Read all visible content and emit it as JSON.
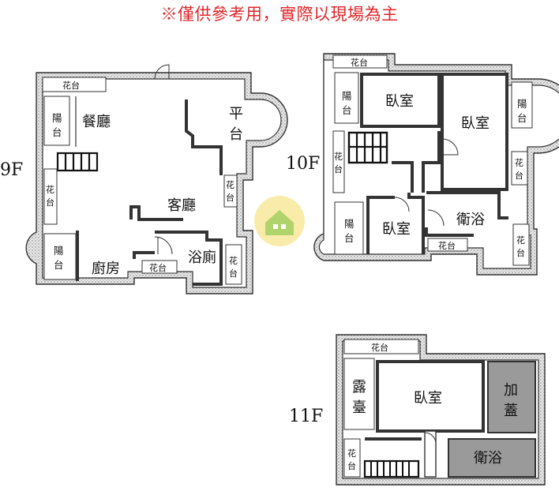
{
  "disclaimer": "※僅供參考用，實際以現場為主",
  "floors": {
    "f9": {
      "label": "9F",
      "rooms": {
        "balcony_top": "花台",
        "yang_left_1": "陽",
        "yang_left_2": "台",
        "dining": "餐廳",
        "platform_1": "平",
        "platform_2": "台",
        "flower_left_1": "花",
        "flower_left_2": "台",
        "flower_right_1": "花",
        "flower_right_2": "台",
        "living": "客廳",
        "yang_bottom_1": "陽",
        "yang_bottom_2": "台",
        "kitchen": "廚房",
        "flower_bottom": "花台",
        "bath": "浴廁",
        "flower_br_1": "花",
        "flower_br_2": "台"
      }
    },
    "f10": {
      "label": "10F",
      "rooms": {
        "flower_top": "花台",
        "yang_tl_1": "陽",
        "yang_tl_2": "台",
        "bedroom_1": "臥室",
        "bedroom_2": "臥室",
        "yang_tr_1": "陽",
        "yang_tr_2": "台",
        "flower_left_1": "花",
        "flower_left_2": "台",
        "flower_r_1": "花",
        "flower_r_2": "台",
        "yang_bl_1": "陽",
        "yang_bl_2": "台",
        "bedroom_3": "臥室",
        "bath": "衛浴",
        "flower_bottom": "花台",
        "flower_br_1": "花",
        "flower_br_2": "台"
      }
    },
    "f11": {
      "label": "11F",
      "rooms": {
        "flower_top": "花台",
        "terrace_1": "露",
        "terrace_2": "臺",
        "bedroom": "臥室",
        "addition_1": "加",
        "addition_2": "蓋",
        "flower_left_1": "花",
        "flower_left_2": "台",
        "bath": "衛浴"
      }
    }
  },
  "colors": {
    "disclaimer": "#e0262a",
    "shaded_room": "#9a9a9a",
    "watermark_yellow": "#f2d54a",
    "watermark_green": "#8ec63f"
  },
  "icons": {
    "watermark": "house-logo-icon"
  }
}
